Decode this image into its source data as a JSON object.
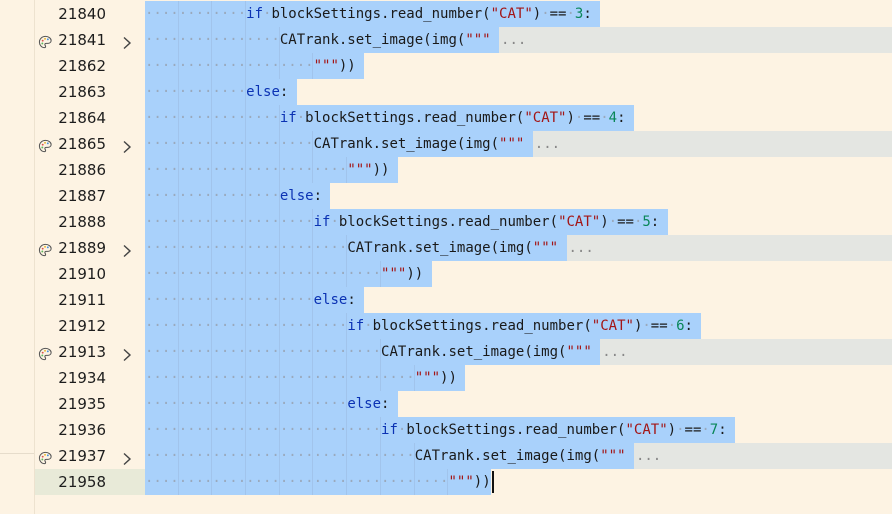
{
  "editor": {
    "lines": [
      {
        "num": "21840",
        "indent": 3,
        "folded": false,
        "tokens": [
          [
            "kw",
            "if"
          ],
          [
            "sp",
            " "
          ],
          [
            "id",
            "blockSettings.read_number("
          ],
          [
            "str",
            "\"CAT\""
          ],
          [
            "id",
            ")"
          ],
          [
            "sp",
            " "
          ],
          [
            "id",
            "=="
          ],
          [
            "sp",
            " "
          ],
          [
            "num",
            "3"
          ],
          [
            "id",
            ":"
          ]
        ]
      },
      {
        "num": "21841",
        "indent": 4,
        "folded": true,
        "tokens": [
          [
            "id",
            "CATrank.set_image(img("
          ],
          [
            "str",
            "\"\"\""
          ]
        ]
      },
      {
        "num": "21862",
        "indent": 5,
        "folded": false,
        "tokens": [
          [
            "str",
            "\"\"\""
          ],
          [
            "id",
            "))"
          ]
        ]
      },
      {
        "num": "21863",
        "indent": 3,
        "folded": false,
        "tokens": [
          [
            "kw",
            "else"
          ],
          [
            "id",
            ":"
          ]
        ]
      },
      {
        "num": "21864",
        "indent": 4,
        "folded": false,
        "tokens": [
          [
            "kw",
            "if"
          ],
          [
            "sp",
            " "
          ],
          [
            "id",
            "blockSettings.read_number("
          ],
          [
            "str",
            "\"CAT\""
          ],
          [
            "id",
            ")"
          ],
          [
            "sp",
            " "
          ],
          [
            "id",
            "=="
          ],
          [
            "sp",
            " "
          ],
          [
            "num",
            "4"
          ],
          [
            "id",
            ":"
          ]
        ]
      },
      {
        "num": "21865",
        "indent": 5,
        "folded": true,
        "tokens": [
          [
            "id",
            "CATrank.set_image(img("
          ],
          [
            "str",
            "\"\"\""
          ]
        ]
      },
      {
        "num": "21886",
        "indent": 6,
        "folded": false,
        "tokens": [
          [
            "str",
            "\"\"\""
          ],
          [
            "id",
            "))"
          ]
        ]
      },
      {
        "num": "21887",
        "indent": 4,
        "folded": false,
        "tokens": [
          [
            "kw",
            "else"
          ],
          [
            "id",
            ":"
          ]
        ]
      },
      {
        "num": "21888",
        "indent": 5,
        "folded": false,
        "tokens": [
          [
            "kw",
            "if"
          ],
          [
            "sp",
            " "
          ],
          [
            "id",
            "blockSettings.read_number("
          ],
          [
            "str",
            "\"CAT\""
          ],
          [
            "id",
            ")"
          ],
          [
            "sp",
            " "
          ],
          [
            "id",
            "=="
          ],
          [
            "sp",
            " "
          ],
          [
            "num",
            "5"
          ],
          [
            "id",
            ":"
          ]
        ]
      },
      {
        "num": "21889",
        "indent": 6,
        "folded": true,
        "tokens": [
          [
            "id",
            "CATrank.set_image(img("
          ],
          [
            "str",
            "\"\"\""
          ]
        ]
      },
      {
        "num": "21910",
        "indent": 7,
        "folded": false,
        "tokens": [
          [
            "str",
            "\"\"\""
          ],
          [
            "id",
            "))"
          ]
        ]
      },
      {
        "num": "21911",
        "indent": 5,
        "folded": false,
        "tokens": [
          [
            "kw",
            "else"
          ],
          [
            "id",
            ":"
          ]
        ]
      },
      {
        "num": "21912",
        "indent": 6,
        "folded": false,
        "tokens": [
          [
            "kw",
            "if"
          ],
          [
            "sp",
            " "
          ],
          [
            "id",
            "blockSettings.read_number("
          ],
          [
            "str",
            "\"CAT\""
          ],
          [
            "id",
            ")"
          ],
          [
            "sp",
            " "
          ],
          [
            "id",
            "=="
          ],
          [
            "sp",
            " "
          ],
          [
            "num",
            "6"
          ],
          [
            "id",
            ":"
          ]
        ]
      },
      {
        "num": "21913",
        "indent": 7,
        "folded": true,
        "tokens": [
          [
            "id",
            "CATrank.set_image(img("
          ],
          [
            "str",
            "\"\"\""
          ]
        ]
      },
      {
        "num": "21934",
        "indent": 8,
        "folded": false,
        "tokens": [
          [
            "str",
            "\"\"\""
          ],
          [
            "id",
            "))"
          ]
        ]
      },
      {
        "num": "21935",
        "indent": 6,
        "folded": false,
        "tokens": [
          [
            "kw",
            "else"
          ],
          [
            "id",
            ":"
          ]
        ]
      },
      {
        "num": "21936",
        "indent": 7,
        "folded": false,
        "tokens": [
          [
            "kw",
            "if"
          ],
          [
            "sp",
            " "
          ],
          [
            "id",
            "blockSettings.read_number("
          ],
          [
            "str",
            "\"CAT\""
          ],
          [
            "id",
            ")"
          ],
          [
            "sp",
            " "
          ],
          [
            "id",
            "=="
          ],
          [
            "sp",
            " "
          ],
          [
            "num",
            "7"
          ],
          [
            "id",
            ":"
          ]
        ]
      },
      {
        "num": "21937",
        "indent": 8,
        "folded": true,
        "tokens": [
          [
            "id",
            "CATrank.set_image(img("
          ],
          [
            "str",
            "\"\"\""
          ]
        ]
      },
      {
        "num": "21958",
        "indent": 9,
        "folded": false,
        "current": true,
        "tokens": [
          [
            "str",
            "\"\"\""
          ],
          [
            "id",
            "))"
          ]
        ]
      }
    ],
    "fold_ellipsis": "...",
    "gutter_icons": {
      "folded_line_icon": "palette-icon",
      "fold_toggle_icon": "chevron-right-icon"
    },
    "colors": {
      "selection": "#a9d1fb",
      "keyword": "#0b32b3",
      "string": "#a31515",
      "number": "#098658",
      "background": "#fdf3e3"
    }
  }
}
